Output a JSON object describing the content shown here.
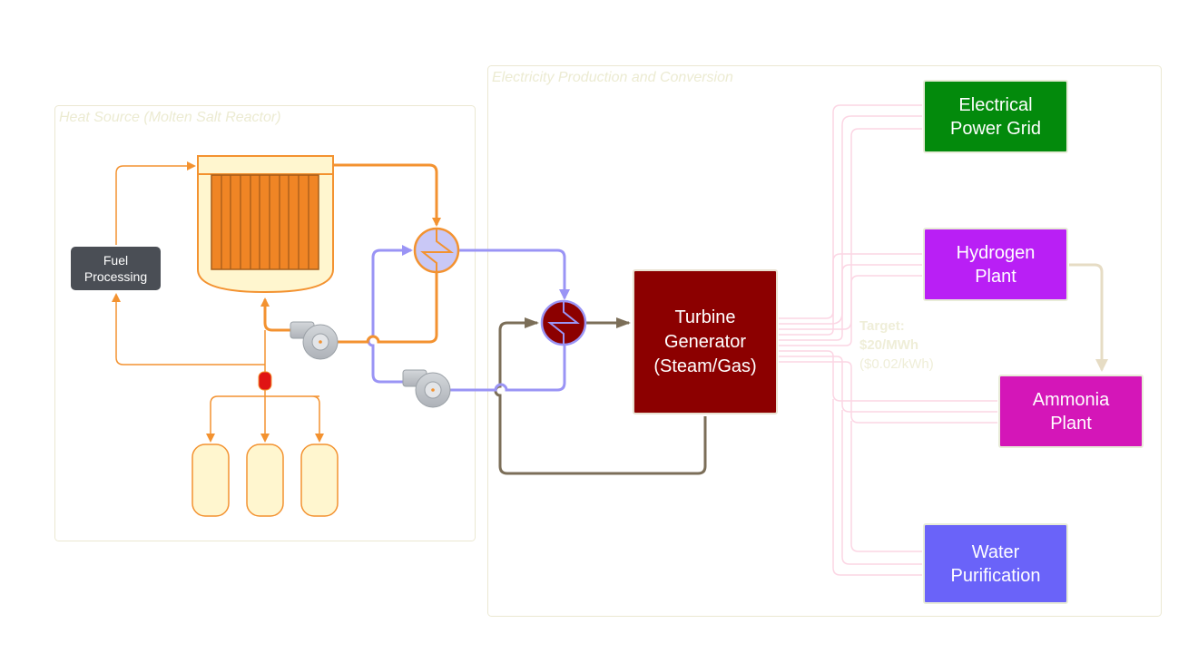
{
  "groups": {
    "heat_source": "Heat Source (Molten Salt Reactor)",
    "electricity": "Electricity Production and Conversion"
  },
  "fuel_processing": {
    "line1": "Fuel",
    "line2": "Processing"
  },
  "turbine": {
    "line1": "Turbine",
    "line2": "Generator",
    "line3": "(Steam/Gas)"
  },
  "target": {
    "label": "Target:",
    "price_mwh": "$20/MWh",
    "price_kwh": "($0.02/kWh)"
  },
  "destinations": {
    "grid": {
      "line1": "Electrical",
      "line2": "Power Grid"
    },
    "hydrogen": {
      "line1": "Hydrogen",
      "line2": "Plant"
    },
    "ammonia": {
      "line1": "Ammonia",
      "line2": "Plant"
    },
    "water": {
      "line1": "Water",
      "line2": "Purification"
    }
  },
  "colors": {
    "reactor_salt": "#f39230",
    "coolant_loop": "#9a94f5",
    "steam_loop": "#7b6e58",
    "dark_red": "#8c0000",
    "grid_green": "#038a0c",
    "hydrogen_purple": "#b91ff5",
    "ammonia_magenta": "#d416b8",
    "water_blue": "#6a63f9",
    "fuel_gray": "#4a4e55",
    "power_pink": "#fcd6e4"
  }
}
